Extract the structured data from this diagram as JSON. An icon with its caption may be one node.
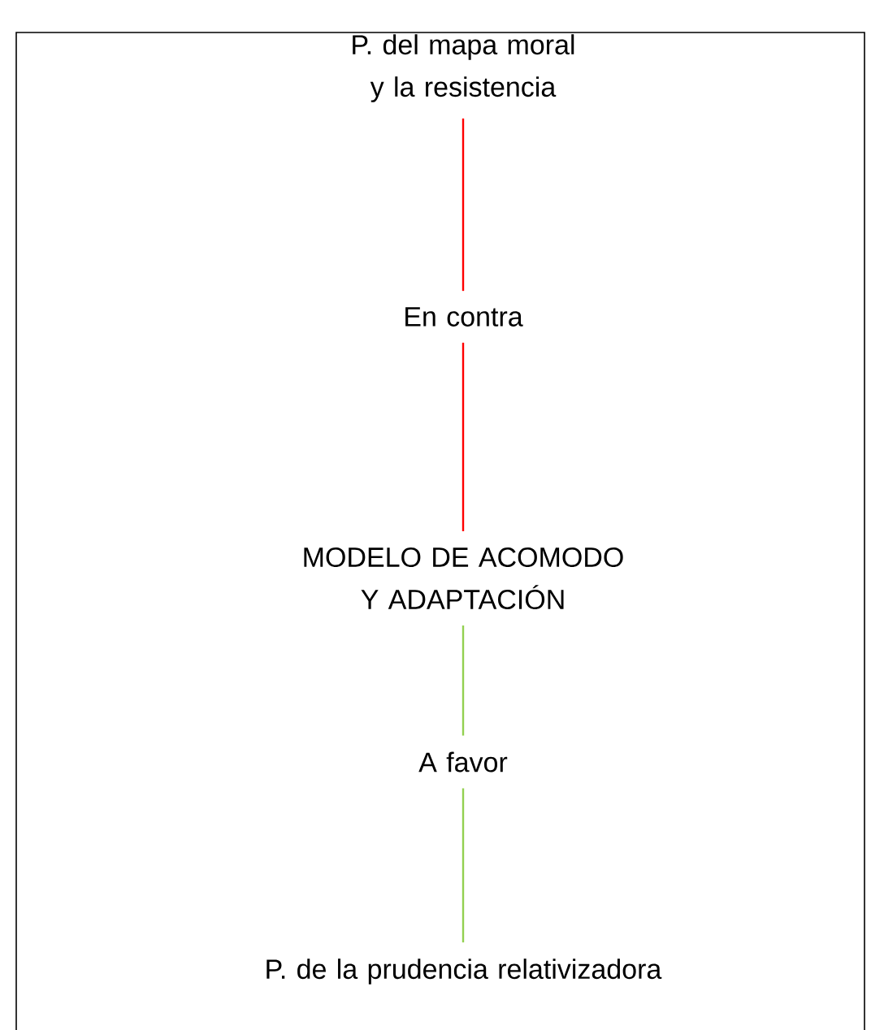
{
  "diagram": {
    "nodes": [
      {
        "text": [
          "P. del mapa moral y la resistencia"
        ]
      },
      {
        "text": [
          "En contra"
        ]
      },
      {
        "text": [
          "MODELO DE ACOMODO Y ADAPTACIÓN"
        ]
      },
      {
        "text": [
          "A favor"
        ]
      },
      {
        "text": [
          "P. de la prudencia relativizadora"
        ]
      }
    ],
    "edges": [
      {
        "from": 0,
        "to": 1,
        "arrow": "none",
        "color": "#ff0000"
      },
      {
        "from": 1,
        "to": 2,
        "arrow": "none",
        "color": "#ff0000"
      },
      {
        "from": 2,
        "to": 3,
        "arrow": "none",
        "color": "#92d050"
      },
      {
        "from": 3,
        "to": 4,
        "arrow": "none",
        "color": "#92d050"
      }
    ]
  }
}
